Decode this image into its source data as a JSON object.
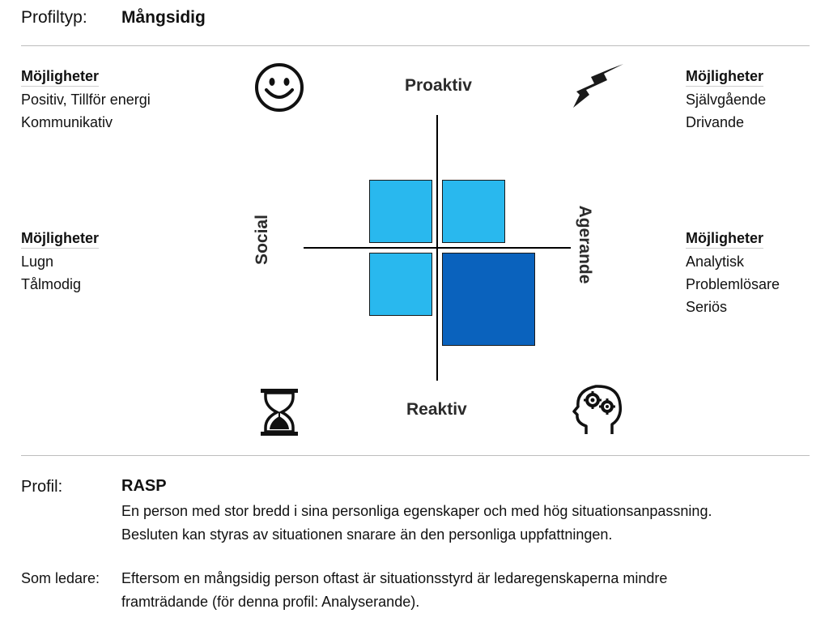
{
  "header": {
    "label": "Profiltyp:",
    "value": "Mångsidig"
  },
  "quadrants": {
    "top_left": {
      "title": "Möjligheter",
      "lines": [
        "Positiv, Tillför energi",
        "Kommunikativ"
      ]
    },
    "top_right": {
      "title": "Möjligheter",
      "lines": [
        "Självgående",
        "Drivande"
      ]
    },
    "bottom_left": {
      "title": "Möjligheter",
      "lines": [
        "Lugn",
        "Tålmodig"
      ]
    },
    "bottom_right": {
      "title": "Möjligheter",
      "lines": [
        "Analytisk",
        "Problemlösare",
        "Seriös"
      ]
    }
  },
  "axes": {
    "top": "Proaktiv",
    "bottom": "Reaktiv",
    "left": "Social",
    "right": "Agerande"
  },
  "icons": {
    "top_left": "smiley-icon",
    "top_right": "lightning-icon",
    "bottom_left": "hourglass-icon",
    "bottom_right": "head-gears-icon"
  },
  "colors": {
    "light_blue": "#29b8ee",
    "dark_blue": "#0a62bd"
  },
  "profile": {
    "label": "Profil:",
    "value": "RASP",
    "lines": [
      "En person med stor bredd i sina personliga egenskaper och med hög situationsanpassning.",
      "Besluten kan styras av situationen snarare än den personliga uppfattningen."
    ]
  },
  "leader": {
    "label": "Som ledare:",
    "lines": [
      "Eftersom en mångsidig person oftast är situationsstyrd är ledaregenskaperna mindre",
      "framträdande (för denna profil: Analyserande)."
    ]
  }
}
